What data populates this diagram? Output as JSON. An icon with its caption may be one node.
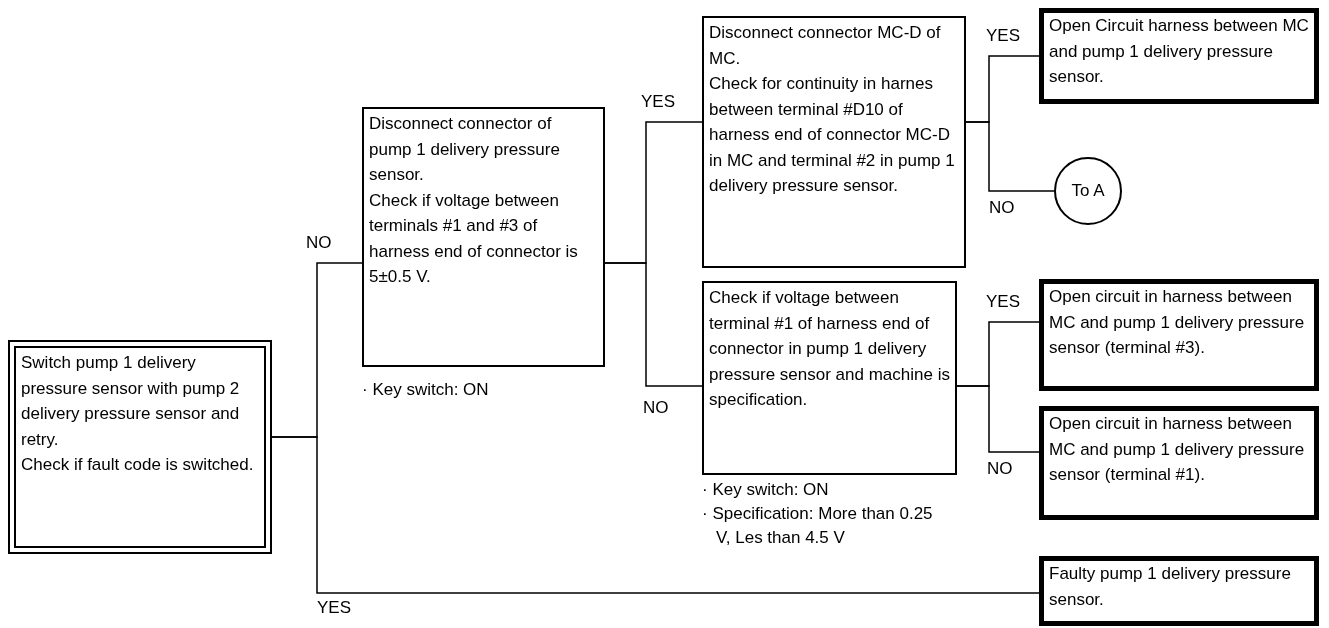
{
  "diagram": {
    "nodes": [
      {
        "text": [
          "Switch pump 1 delivery pressure sensor with pump 2 delivery pressure sensor and retry.",
          "Check if fault code is switched."
        ]
      },
      {
        "text": [
          "Disconnect connector of pump 1 delivery pressure sensor.",
          "Check if voltage between terminals #1 and #3 of harness end of connector is 5±0.5 V."
        ],
        "beside": [
          "· Key switch: ON"
        ]
      },
      {
        "text": [
          "Disconnect connector MC-D of MC.",
          "Check for continuity in harnes between terminal #D10 of harness end of connector MC-D in MC and terminal #2 in pump 1 delivery pressure sensor."
        ]
      },
      {
        "text": [
          "Check if voltage between terminal #1 of harness end of connector in pump 1 delivery pressure sensor and machine is specification."
        ],
        "beside": [
          "· Key switch: ON",
          "· Specification: More than 0.25 V, Les than 4.5 V"
        ]
      },
      {
        "text": [
          "Open Circuit harness between MC and pump 1 delivery pressure sensor."
        ]
      },
      {
        "text": [
          "To A"
        ]
      },
      {
        "text": [
          "Open circuit in harness between MC and pump 1 delivery pressure sensor (terminal #3)."
        ]
      },
      {
        "text": [
          "Open circuit in harness between MC and pump 1 delivery pressure sensor (terminal #1)."
        ]
      },
      {
        "text": [
          "Faulty pump 1 delivery pressure sensor."
        ]
      }
    ],
    "edges": [
      {
        "from": 0,
        "to": 1,
        "label": "NO",
        "arrow": "none"
      },
      {
        "from": 0,
        "to": 8,
        "label": "YES",
        "arrow": "none"
      },
      {
        "from": 1,
        "to": 2,
        "label": "YES",
        "arrow": "none"
      },
      {
        "from": 1,
        "to": 3,
        "label": "NO",
        "arrow": "none"
      },
      {
        "from": 2,
        "to": 4,
        "label": "YES",
        "arrow": "none"
      },
      {
        "from": 2,
        "to": 5,
        "label": "NO",
        "arrow": "none"
      },
      {
        "from": 3,
        "to": 6,
        "label": "YES",
        "arrow": "none"
      },
      {
        "from": 3,
        "to": 7,
        "label": "NO",
        "arrow": "none"
      }
    ]
  }
}
